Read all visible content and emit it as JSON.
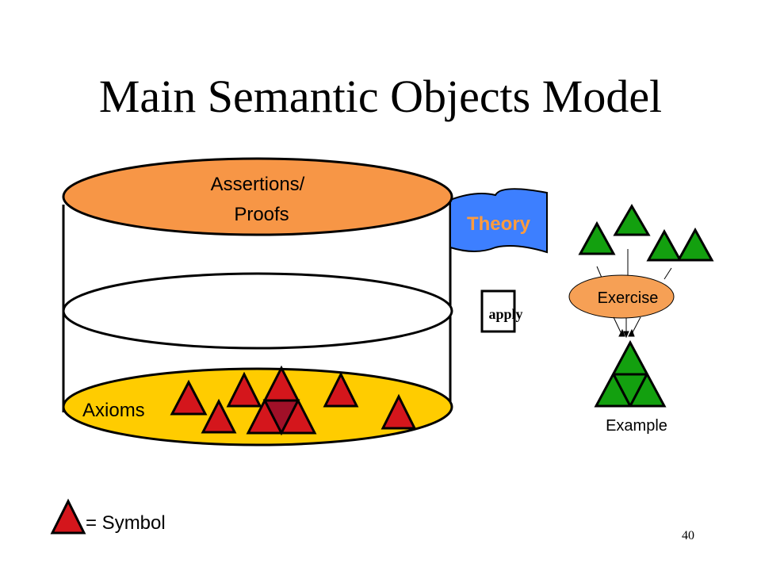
{
  "slide": {
    "title": "Main Semantic Objects Model",
    "page_number": "40"
  },
  "diagram": {
    "top_label_line1": "Assertions/",
    "top_label_line2": "Proofs",
    "bottom_label": "Axioms",
    "flag_label": "Theory",
    "apply_label": "apply",
    "exercise_label": "Exercise",
    "example_label": "Example",
    "legend_label": "= Symbol"
  },
  "colors": {
    "orange": "#f79646",
    "yellow": "#ffcc00",
    "blue": "#3d7fff",
    "red": "#d4161c",
    "dark_red": "#a01028",
    "green": "#13a00f",
    "exercise_orange": "#f6a055"
  }
}
